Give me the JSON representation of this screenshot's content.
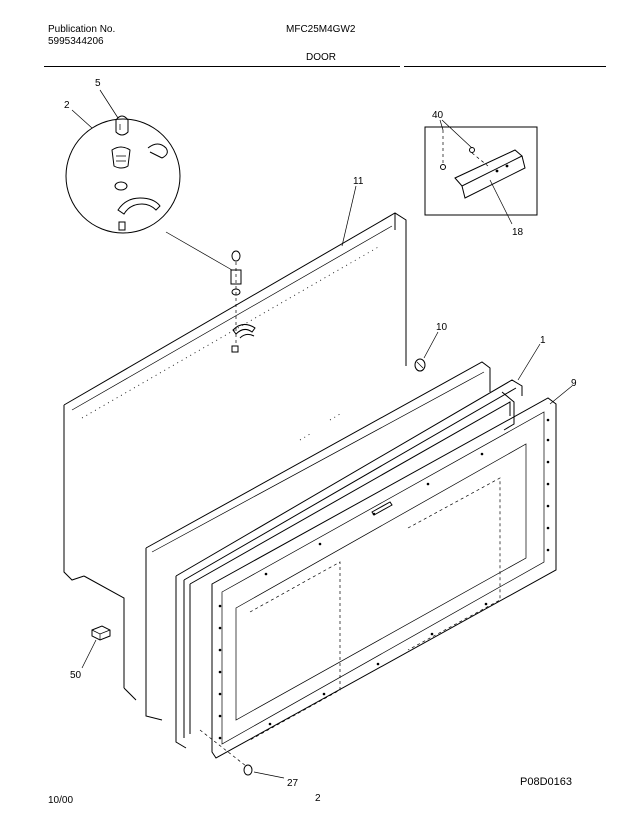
{
  "header": {
    "publication_label": "Publication No.",
    "publication_number": "5995344206",
    "model": "MFC25M4GW2",
    "section": "DOOR"
  },
  "callouts": {
    "p1": "1",
    "p2": "2",
    "p5": "5",
    "p9": "9",
    "p10": "10",
    "p11": "11",
    "p18": "18",
    "p27": "27",
    "p40": "40",
    "p50": "50"
  },
  "footer": {
    "date": "10/00",
    "page": "2",
    "drawing_code": "P08D0163"
  }
}
